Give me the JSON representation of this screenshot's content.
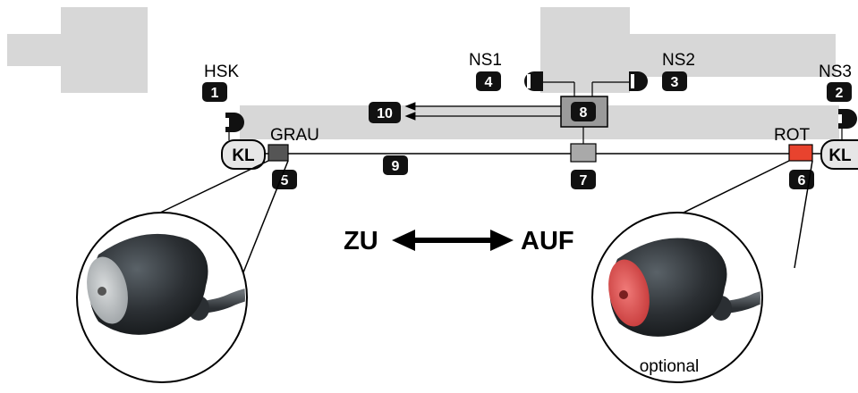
{
  "labels": {
    "hsk": "HSK",
    "ns1": "NS1",
    "ns2": "NS2",
    "ns3": "NS3",
    "grau": "GRAU",
    "rot": "ROT",
    "kl": "KL",
    "zu": "ZU",
    "auf": "AUF",
    "optional": "optional"
  },
  "badges": {
    "b1": "1",
    "b2": "2",
    "b3": "3",
    "b4": "4",
    "b5": "5",
    "b6": "6",
    "b7": "7",
    "b8": "8",
    "b9": "9",
    "b10": "10"
  },
  "colors": {
    "panel": "#d7d7d7",
    "badge": "#111111",
    "grau_connector": "#555555",
    "rot_connector": "#e8432e",
    "center_module": "#9a9a9a",
    "red_sensor_face": "#d94b4b"
  }
}
